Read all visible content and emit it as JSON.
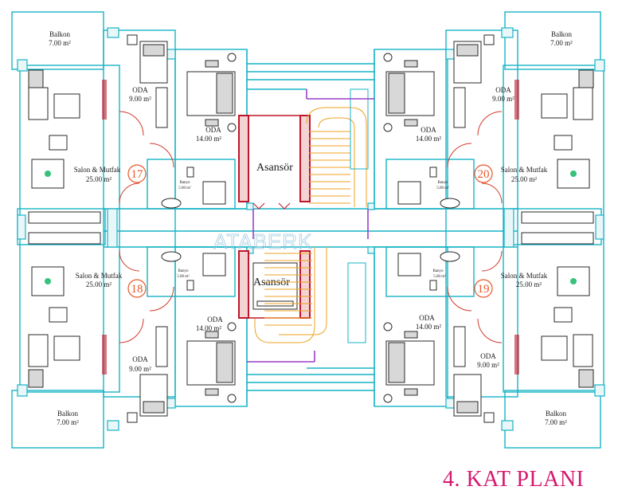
{
  "title": "4. KAT PLANI",
  "watermark": "ATABERK",
  "colors": {
    "title": "#d6186f",
    "walls": "#17b3c6",
    "unit_numbers": "#e8572a",
    "elevator_walls": "#c0162a",
    "stairs": "#f0a020",
    "handrail": "#9b3fc8"
  },
  "elevators": [
    "Asansör",
    "Asansör"
  ],
  "units": [
    {
      "number": "17",
      "balkon": {
        "name": "Balkon",
        "area": "7.00 m²"
      },
      "oda_a": {
        "name": "ODA",
        "area": "9.00 m²"
      },
      "oda_b": {
        "name": "ODA",
        "area": "14.00 m²"
      },
      "salon": {
        "name": "Salon & Mutfak",
        "area": "25.00 m²"
      },
      "banyo": {
        "name": "Banyo",
        "area": "5.00 m²"
      }
    },
    {
      "number": "20",
      "balkon": {
        "name": "Balkon",
        "area": "7.00 m²"
      },
      "oda_a": {
        "name": "ODA",
        "area": "9.00 m²"
      },
      "oda_b": {
        "name": "ODA",
        "area": "14.00 m²"
      },
      "salon": {
        "name": "Salon & Mutfak",
        "area": "25.00 m²"
      },
      "banyo": {
        "name": "Banyo",
        "area": "5.00 m²"
      }
    },
    {
      "number": "18",
      "balkon": {
        "name": "Balkon",
        "area": "7.00 m²"
      },
      "oda_a": {
        "name": "ODA",
        "area": "9.00 m²"
      },
      "oda_b": {
        "name": "ODA",
        "area": "14.00 m²"
      },
      "salon": {
        "name": "Salon & Mutfak",
        "area": "25.00 m²"
      },
      "banyo": {
        "name": "Banyo",
        "area": "5.00 m²"
      }
    },
    {
      "number": "19",
      "balkon": {
        "name": "Balkon",
        "area": "7.00 m²"
      },
      "oda_a": {
        "name": "ODA",
        "area": "9.00 m²"
      },
      "oda_b": {
        "name": "ODA",
        "area": "14.00 m²"
      },
      "salon": {
        "name": "Salon & Mutfak",
        "area": "25.00 m²"
      },
      "banyo": {
        "name": "Banyo",
        "area": "5.00 m²"
      }
    }
  ]
}
